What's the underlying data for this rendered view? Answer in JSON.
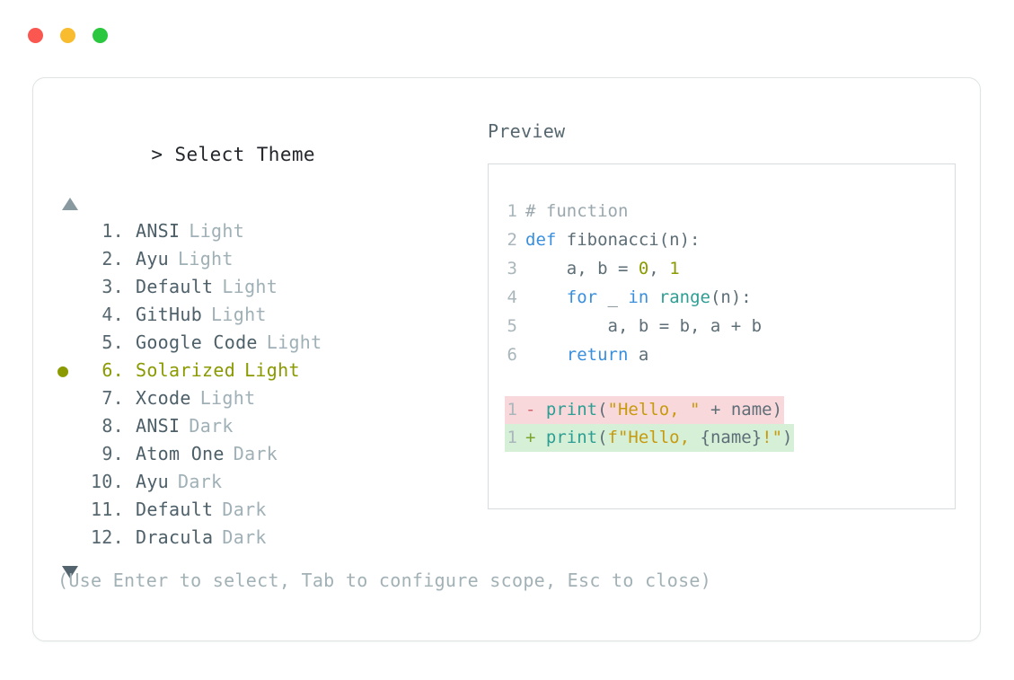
{
  "window": {
    "controls": [
      {
        "name": "close",
        "color": "#f9574f"
      },
      {
        "name": "minimize",
        "color": "#f8bc2e"
      },
      {
        "name": "maximize",
        "color": "#2bc73f"
      }
    ]
  },
  "selector": {
    "caret": ">",
    "title": "Select Theme",
    "scroll_up_indicator": "▲",
    "scroll_down_indicator": "▼",
    "selected_index": 6,
    "selected_bullet": "●",
    "accent_color": "#8a9a00",
    "items": [
      {
        "index": "1.",
        "name": "ANSI",
        "variant": "Light"
      },
      {
        "index": "2.",
        "name": "Ayu",
        "variant": "Light"
      },
      {
        "index": "3.",
        "name": "Default",
        "variant": "Light"
      },
      {
        "index": "4.",
        "name": "GitHub",
        "variant": "Light"
      },
      {
        "index": "5.",
        "name": "Google Code",
        "variant": "Light"
      },
      {
        "index": "6.",
        "name": "Solarized",
        "variant": "Light"
      },
      {
        "index": "7.",
        "name": "Xcode",
        "variant": "Light"
      },
      {
        "index": "8.",
        "name": "ANSI",
        "variant": "Dark"
      },
      {
        "index": "9.",
        "name": "Atom One",
        "variant": "Dark"
      },
      {
        "index": "10.",
        "name": "Ayu",
        "variant": "Dark"
      },
      {
        "index": "11.",
        "name": "Default",
        "variant": "Dark"
      },
      {
        "index": "12.",
        "name": "Dracula",
        "variant": "Dark"
      }
    ]
  },
  "preview": {
    "label": "Preview",
    "code_lines": [
      {
        "num": "1",
        "tokens": [
          {
            "t": "# function",
            "c": "comment"
          }
        ]
      },
      {
        "num": "2",
        "tokens": [
          {
            "t": "def",
            "c": "kw"
          },
          {
            "t": " fibonacci(n):",
            "c": "plain"
          }
        ]
      },
      {
        "num": "3",
        "tokens": [
          {
            "t": "    a, b = ",
            "c": "plain"
          },
          {
            "t": "0",
            "c": "num"
          },
          {
            "t": ", ",
            "c": "plain"
          },
          {
            "t": "1",
            "c": "num"
          }
        ]
      },
      {
        "num": "4",
        "tokens": [
          {
            "t": "    ",
            "c": "plain"
          },
          {
            "t": "for",
            "c": "kw"
          },
          {
            "t": " _ ",
            "c": "plain"
          },
          {
            "t": "in",
            "c": "kw"
          },
          {
            "t": " ",
            "c": "plain"
          },
          {
            "t": "range",
            "c": "fn"
          },
          {
            "t": "(n):",
            "c": "plain"
          }
        ]
      },
      {
        "num": "5",
        "tokens": [
          {
            "t": "        a, b = b, a + b",
            "c": "plain"
          }
        ]
      },
      {
        "num": "6",
        "tokens": [
          {
            "t": "    ",
            "c": "plain"
          },
          {
            "t": "return",
            "c": "kw"
          },
          {
            "t": " a",
            "c": "plain"
          }
        ]
      }
    ],
    "diff_lines": [
      {
        "num": "1",
        "kind": "del",
        "sign": "-",
        "tokens": [
          {
            "t": "print",
            "c": "fn"
          },
          {
            "t": "(",
            "c": "plain"
          },
          {
            "t": "\"Hello, \"",
            "c": "str"
          },
          {
            "t": " + name)",
            "c": "plain"
          }
        ]
      },
      {
        "num": "1",
        "kind": "add",
        "sign": "+",
        "tokens": [
          {
            "t": "print",
            "c": "fn"
          },
          {
            "t": "(",
            "c": "plain"
          },
          {
            "t": "f\"Hello, ",
            "c": "str"
          },
          {
            "t": "{name}",
            "c": "plain"
          },
          {
            "t": "!\"",
            "c": "str"
          },
          {
            "t": ")",
            "c": "plain"
          }
        ]
      }
    ],
    "diff_del_bg": "#f9d8dc",
    "diff_add_bg": "#d6f0d8"
  },
  "footer": {
    "hint": "(Use Enter to select, Tab to configure scope, Esc to close)"
  }
}
